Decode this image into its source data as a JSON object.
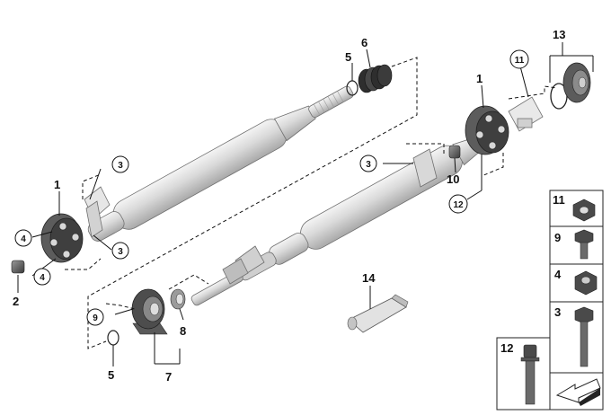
{
  "callouts": {
    "c1a": "1",
    "c1b": "1",
    "c2": "2",
    "c3a": "3",
    "c3b": "3",
    "c3c": "3",
    "c4a": "4",
    "c4b": "4",
    "c5a": "5",
    "c5b": "5",
    "c6": "6",
    "c7": "7",
    "c8": "8",
    "c9": "9",
    "c10": "10",
    "c11": "11",
    "c12": "12",
    "c13": "13",
    "c14": "14"
  },
  "legend": {
    "items": [
      {
        "label": "11",
        "icon": "hex-flange-nut-icon"
      },
      {
        "label": "9",
        "icon": "flange-bolt-icon"
      },
      {
        "label": "4",
        "icon": "lock-nut-icon"
      },
      {
        "label": "3",
        "icon": "long-bolt-icon"
      },
      {
        "label": "12",
        "icon": "stretch-bolt-icon"
      }
    ]
  }
}
